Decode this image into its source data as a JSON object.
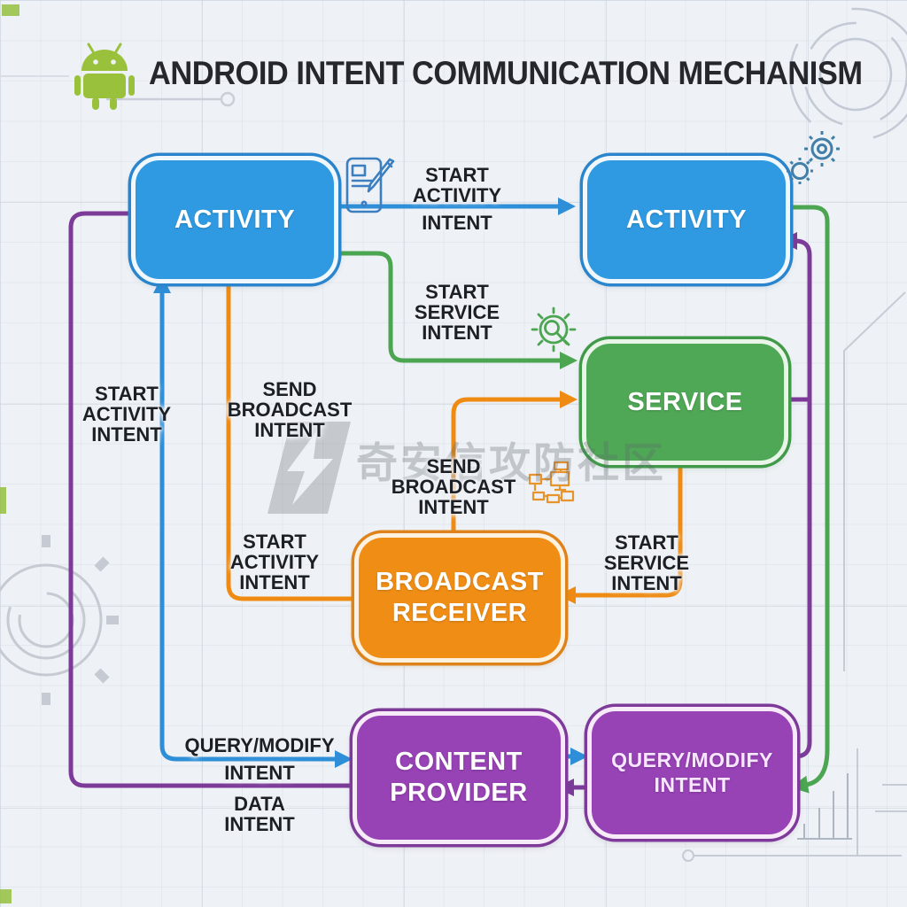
{
  "title": "ANDROID INTENT COMMUNICATION MECHANISM",
  "watermark": "奇安信攻防社区",
  "nodes": {
    "activity_left": "ACTIVITY",
    "activity_right": "ACTIVITY",
    "service": "SERVICE",
    "broadcast_receiver": {
      "line1": "BROADCAST",
      "line2": "RECEIVER"
    },
    "content_provider": {
      "line1": "CONTENT",
      "line2": "PROVIDER"
    },
    "query_modify": {
      "line1": "QUERY/MODIFY",
      "line2": "INTENT"
    }
  },
  "labels": {
    "start_activity_top": {
      "l1": "START",
      "l2": "ACTIVITY",
      "l3": "INTENT"
    },
    "start_service_mid": {
      "l1": "START",
      "l2": "SERVICE",
      "l3": "INTENT"
    },
    "send_broadcast_left": {
      "l1": "SEND",
      "l2": "BROADCAST",
      "l3": "INTENT"
    },
    "send_broadcast_mid": {
      "l1": "SEND",
      "l2": "BROADCAST",
      "l3": "INTENT"
    },
    "start_activity_left": {
      "l1": "START",
      "l2": "ACTIVITY",
      "l3": "INTENT"
    },
    "start_activity_mid": {
      "l1": "START",
      "l2": "ACTIVITY",
      "l3": "INTENT"
    },
    "start_service_right": {
      "l1": "START",
      "l2": "SERVICE",
      "l3": "INTENT"
    },
    "query_modify_bottom": {
      "l1": "QUERY/MODIFY",
      "l2": "INTENT"
    },
    "data_intent_bottom": {
      "l1": "DATA",
      "l2": "INTENT"
    }
  },
  "edges": [
    {
      "from": "activity-left",
      "to": "activity-right",
      "color": "#2E8FD8",
      "label": "START ACTIVITY INTENT"
    },
    {
      "from": "activity-left",
      "to": "service",
      "color": "#4BA551",
      "label": "START SERVICE INTENT"
    },
    {
      "from": "activity-left",
      "to": "broadcast-receiver",
      "color": "#EF8B13",
      "labels": [
        "SEND BROADCAST INTENT",
        "START ACTIVITY INTENT"
      ]
    },
    {
      "from": "broadcast-receiver",
      "to": "service",
      "color": "#EF8B13",
      "label": "SEND BROADCAST INTENT"
    },
    {
      "from": "service",
      "to": "broadcast-receiver",
      "color": "#EF8B13",
      "label": "START SERVICE INTENT"
    },
    {
      "between": [
        "activity-left",
        "content-provider"
      ],
      "color": "#2E8FD8",
      "arrows": "both",
      "labels": [
        "START ACTIVITY INTENT",
        "QUERY/MODIFY INTENT"
      ]
    },
    {
      "from": "activity-left",
      "to": "content-provider",
      "color": "#7C3B99",
      "label": "DATA INTENT"
    },
    {
      "from": "content-provider",
      "to": "query-modify-intent",
      "color": "#2E8FD8"
    },
    {
      "from": "query-modify-intent",
      "to": "content-provider",
      "color": "#7C3B99"
    },
    {
      "from": "query-modify-intent",
      "to": "activity-right",
      "color": "#7C3B99",
      "joins": "service"
    },
    {
      "from": "activity-right",
      "to": "query-modify-intent",
      "color": "#4BA551"
    }
  ],
  "colors": {
    "node_blue": "#2F9AE2",
    "node_green": "#4FA855",
    "node_orange": "#F08D15",
    "node_purple": "#9742B5",
    "line_blue": "#2E8FD8",
    "line_green": "#4BA551",
    "line_orange": "#EF8B13",
    "line_purple": "#7C3B99",
    "robot_green": "#99C13C",
    "background": "#EEF1F5",
    "title_text": "#26262D"
  },
  "icons": {
    "android_robot": "android-robot-icon",
    "phone_edit": "phone-edit-icon",
    "gears": "gears-icon",
    "gear_search": "gear-search-icon",
    "network_devices": "network-devices-icon",
    "lightning_logo": "lightning-logo-icon"
  }
}
